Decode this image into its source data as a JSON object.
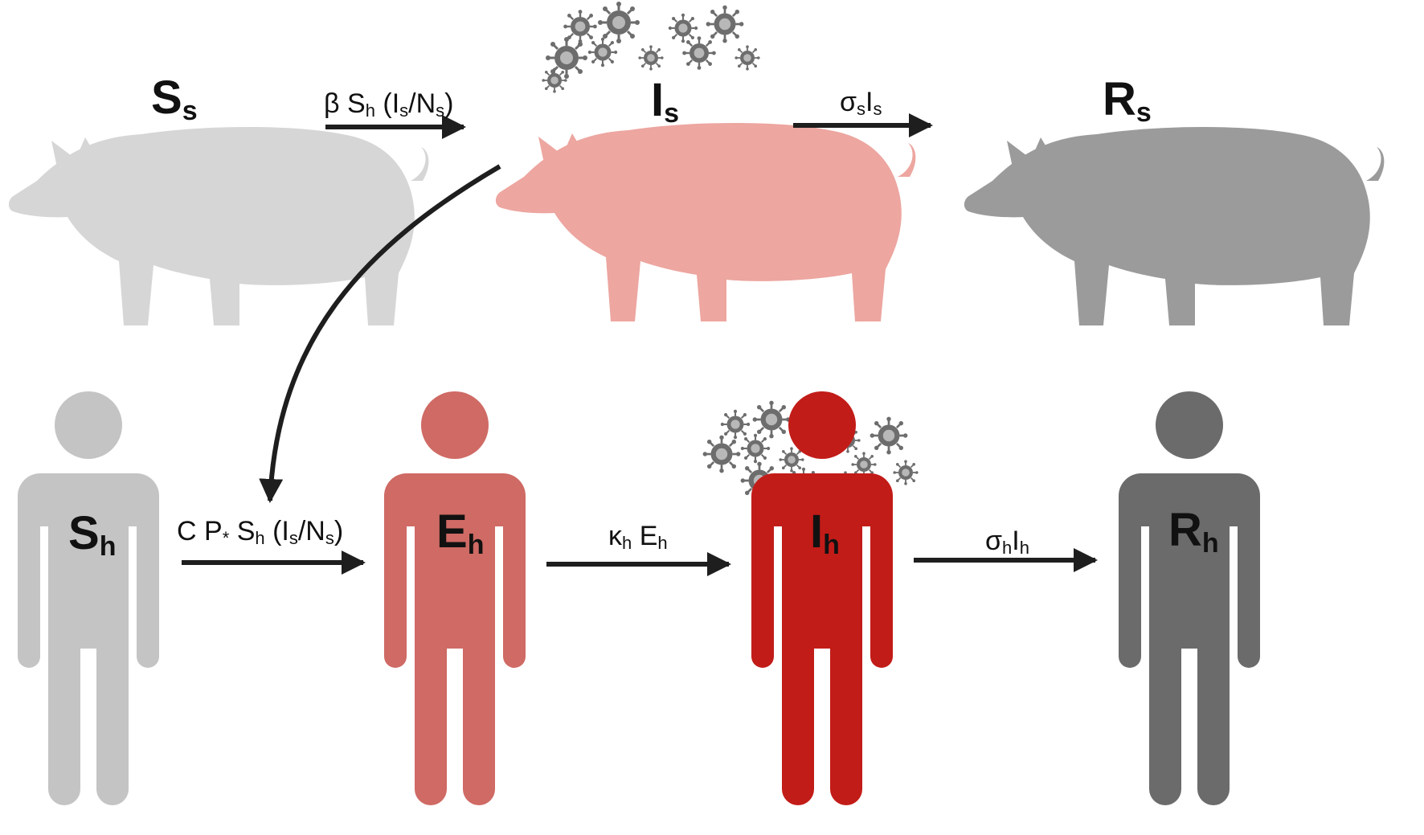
{
  "colors": {
    "pig_susceptible": "#d6d6d6",
    "pig_infected": "#eda6a0",
    "pig_recovered": "#9b9b9b",
    "human_susceptible": "#c4c4c4",
    "human_exposed": "#cf6a64",
    "human_infected": "#c21c18",
    "human_recovered": "#6b6b6b",
    "arrow": "#1e1e1e",
    "virus": "#7a7a7a"
  },
  "nodes": {
    "Ss": {
      "main": "S",
      "sub": "s",
      "icon": "pig-icon"
    },
    "Is": {
      "main": "I",
      "sub": "s",
      "icon": "pig-icon"
    },
    "Rs": {
      "main": "R",
      "sub": "s",
      "icon": "pig-icon"
    },
    "Sh": {
      "main": "S",
      "sub": "h",
      "icon": "person-icon"
    },
    "Eh": {
      "main": "E",
      "sub": "h",
      "icon": "person-icon"
    },
    "Ih": {
      "main": "I",
      "sub": "h",
      "icon": "person-icon"
    },
    "Rh": {
      "main": "R",
      "sub": "h",
      "icon": "person-icon"
    }
  },
  "rates": {
    "pig_infection": {
      "p1": "β S",
      "s1": "h",
      "p2": " (I",
      "s2": "s",
      "p3": "/N",
      "s3": "s",
      "p4": ")"
    },
    "pig_recovery": {
      "p1": "σ",
      "s1": "s",
      "p2": "I",
      "s2": "s"
    },
    "spillover": {
      "p1": "C P",
      "s1": "*",
      "p2": " S",
      "s2": "h",
      "p3": " (I",
      "s3": "s",
      "p4": "/N",
      "s4": "s",
      "p5": ")"
    },
    "human_progression": {
      "p1": "κ",
      "s1": "h",
      "p2": " E",
      "s2": "h"
    },
    "human_recovery": {
      "p1": "σ",
      "s1": "h",
      "p2": "I",
      "s2": "h"
    }
  }
}
